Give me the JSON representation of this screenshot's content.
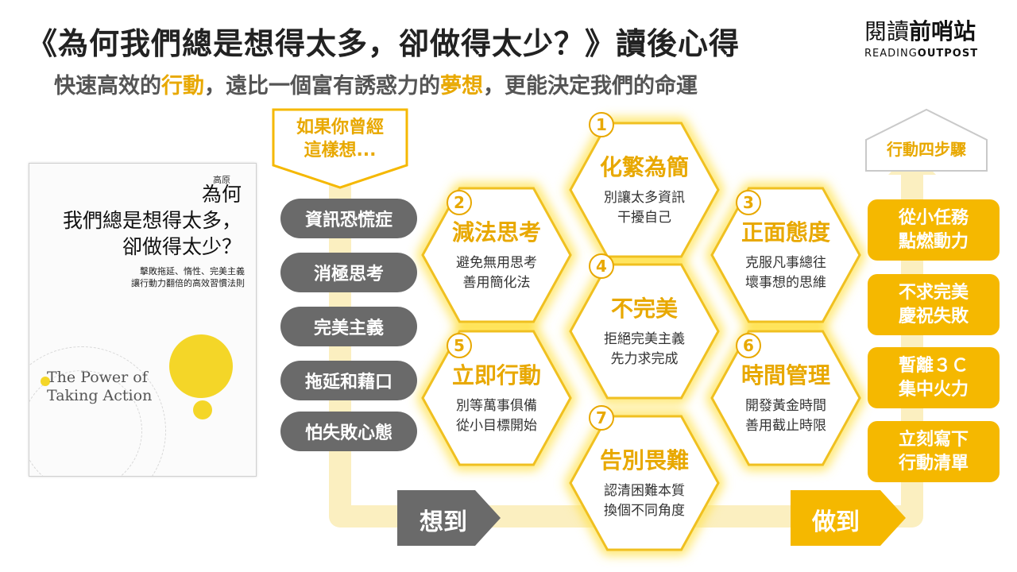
{
  "header": {
    "title": "《為何我們總是想得太多，卻做得太少？》讀後心得",
    "subtitle_parts": [
      "快速高效的",
      "行動",
      "，遠比一個富有誘惑力的",
      "夢想",
      "，更能決定我們的命運"
    ]
  },
  "logo": {
    "line1_a": "閱讀",
    "line1_b": "前哨站",
    "line2_a": "READING",
    "line2_b": "OUTPOST"
  },
  "book": {
    "author": "高原",
    "title_lines": [
      "為何",
      "我們總是想得太多，",
      "卻做得太少？"
    ],
    "subtitle_lines": [
      "擊敗拖延、惰性、完美主義",
      "讓行動力翻倍的高效習慣法則"
    ],
    "english_lines": [
      "The Power of",
      "Taking Action"
    ]
  },
  "left_box": {
    "lines": [
      "如果你曾經",
      "這樣想..."
    ]
  },
  "thoughts": [
    "資訊恐慌症",
    "消極思考",
    "完美主義",
    "拖延和藉口",
    "怕失敗心態"
  ],
  "steps": [
    {
      "num": "1",
      "title": "化繁為簡",
      "desc": [
        "別讓太多資訊",
        "干擾自己"
      ]
    },
    {
      "num": "2",
      "title": "減法思考",
      "desc": [
        "避免無用思考",
        "善用簡化法"
      ]
    },
    {
      "num": "3",
      "title": "正面態度",
      "desc": [
        "克服凡事總往",
        "壞事想的思維"
      ]
    },
    {
      "num": "4",
      "title": "不完美",
      "desc": [
        "拒絕完美主義",
        "先力求完成"
      ]
    },
    {
      "num": "5",
      "title": "立即行動",
      "desc": [
        "別等萬事俱備",
        "從小目標開始"
      ]
    },
    {
      "num": "6",
      "title": "時間管理",
      "desc": [
        "開發黃金時間",
        "善用截止時限"
      ]
    },
    {
      "num": "7",
      "title": "告別畏難",
      "desc": [
        "認清困難本質",
        "換個不同角度"
      ]
    }
  ],
  "right_box": {
    "label": "行動四步驟"
  },
  "actions": [
    [
      "從小任務",
      "點燃動力"
    ],
    [
      "不求完美",
      "慶祝失敗"
    ],
    [
      "暫離３Ｃ",
      "集中火力"
    ],
    [
      "立刻寫下",
      "行動清單"
    ]
  ],
  "arrows": {
    "think": "想到",
    "do": "做到"
  },
  "colors": {
    "accent": "#f5b800",
    "accent_text": "#e8a800",
    "path": "#fbefc0",
    "gray": "#6a6a6a"
  }
}
